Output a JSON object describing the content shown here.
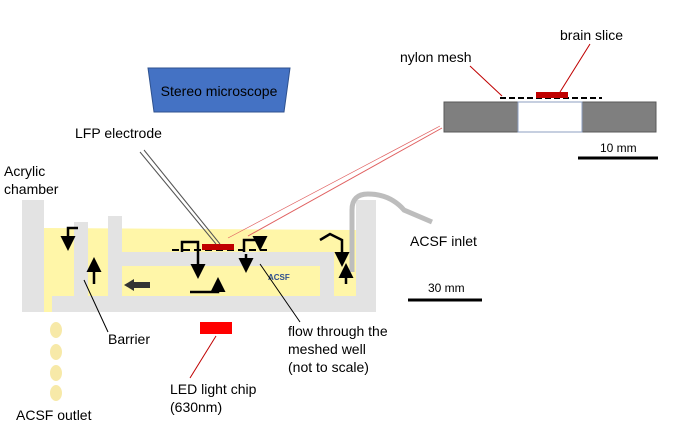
{
  "labels": {
    "stereo_microscope": "Stereo microscope",
    "lfp_electrode": "LFP electrode",
    "acrylic_line1": "Acrylic",
    "acrylic_line2": "chamber",
    "nylon_mesh": "nylon mesh",
    "brain_slice": "brain slice",
    "acsf_inlet": "ACSF inlet",
    "acsf_outlet": "ACSF outlet",
    "barrier": "Barrier",
    "led_line1": "LED light chip",
    "led_line2": "(630nm)",
    "flow_line1": "flow through the",
    "flow_line2": "meshed well",
    "flow_line3": "(not to scale)",
    "acsf_inside": "ACSF",
    "scale_10": "10 mm",
    "scale_30": "30 mm"
  },
  "colors": {
    "microscope_fill": "#4472c4",
    "chamber_gray": "#e3e3e3",
    "acsf_fill": "#fff6a8",
    "slice_red": "#c00000",
    "led_red": "#ff0000",
    "inset_gray": "#7f7f7f",
    "droplet": "#f7e9a8"
  }
}
